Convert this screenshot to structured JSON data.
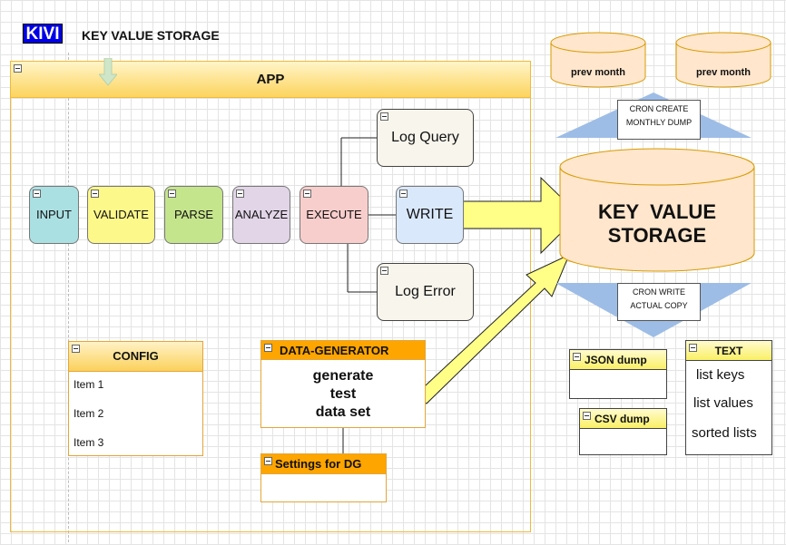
{
  "header": {
    "logo": "KIVI",
    "title": "KEY VALUE STORAGE"
  },
  "app": {
    "title": "APP"
  },
  "pipeline": {
    "input": "INPUT",
    "validate": "VALIDATE",
    "parse": "PARSE",
    "analyze": "ANALYZE",
    "execute": "EXECUTE",
    "write": "WRITE",
    "log_query": "Log Query",
    "log_error": "Log Error"
  },
  "config": {
    "title": "CONFIG",
    "items": [
      "Item 1",
      "Item 2",
      "Item 3"
    ]
  },
  "data_generator": {
    "title": "DATA-GENERATOR",
    "line1": "generate",
    "line2": "test",
    "line3": "data set"
  },
  "settings": {
    "title": "Settings for DG"
  },
  "storage": {
    "line1": "KEY  VALUE",
    "line2": "STORAGE",
    "prev1": "prev month",
    "prev2": "prev month",
    "cron_create_1": "CRON CREATE",
    "cron_create_2": "MONTHLY DUMP",
    "cron_write_1": "CRON WRITE",
    "cron_write_2": "ACTUAL COPY"
  },
  "dumps": {
    "json": "JSON dump",
    "csv": "CSV dump"
  },
  "text_box": {
    "title": "TEXT",
    "items": [
      "list keys",
      "list values",
      "sorted lists"
    ]
  },
  "colors": {
    "input": "#abe0e3",
    "validate": "#fdf88a",
    "parse": "#c5e58c",
    "analyze": "#e1d5e7",
    "execute": "#f8cecc",
    "write": "#dae8fc",
    "storage": "#ffe6cc",
    "arrow": "#ffff88",
    "triangle": "#9dbde6"
  }
}
